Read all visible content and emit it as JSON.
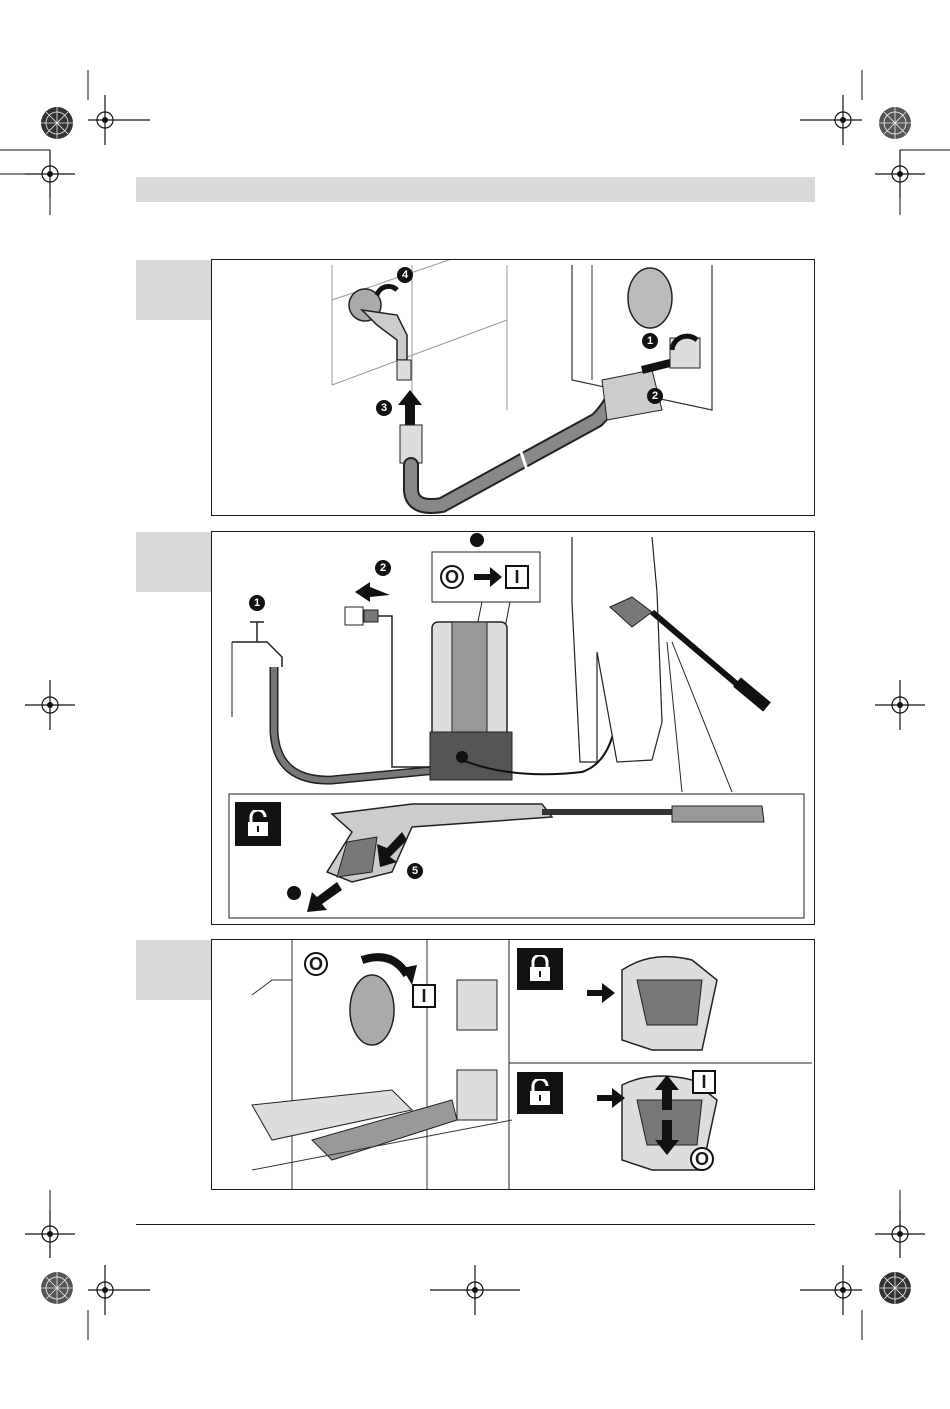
{
  "page": {
    "header_band": "",
    "footer_rule": ""
  },
  "figure1": {
    "steps": [
      "4",
      "3",
      "1",
      "2"
    ]
  },
  "figure2": {
    "top_marker": "",
    "switch_off": "O",
    "switch_on": "I",
    "steps": [
      "1",
      "2",
      "5"
    ],
    "unlock_icon": "unlock-icon"
  },
  "figure3": {
    "switch_off": "O",
    "switch_on": "I",
    "lock_icon": "lock-icon",
    "unlock_icon": "unlock-icon",
    "trigger_on": "I",
    "trigger_off": "O"
  }
}
